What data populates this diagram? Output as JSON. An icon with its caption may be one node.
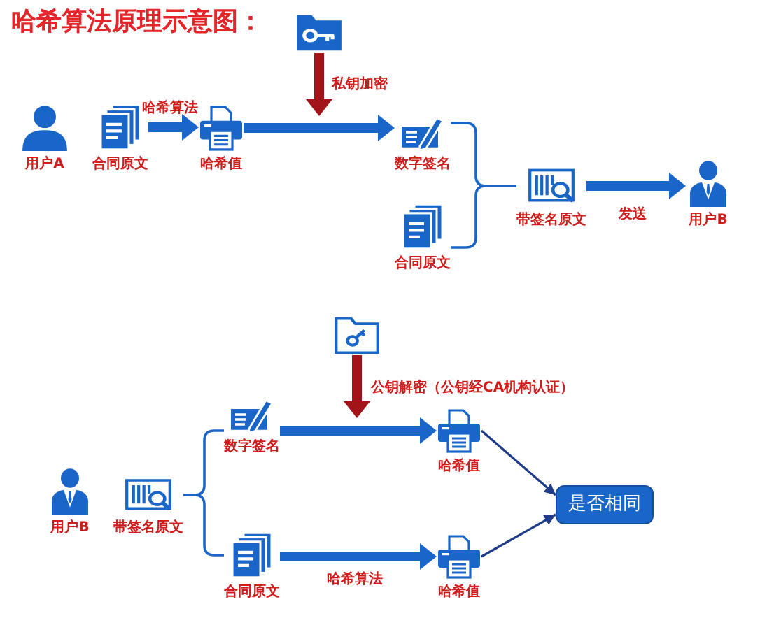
{
  "diagram": {
    "title": "哈希算法原理示意图：",
    "nodes": [
      {
        "text": [
          "用户A"
        ]
      },
      {
        "text": [
          "合同原文"
        ]
      },
      {
        "text": [
          "哈希值"
        ]
      },
      {
        "text": [],
        "shape": "picture"
      },
      {
        "text": [
          "数字签名"
        ]
      },
      {
        "text": [
          "合同原文"
        ]
      },
      {
        "text": [
          "带签名原文"
        ]
      },
      {
        "text": [
          "用户B"
        ]
      },
      {
        "text": [],
        "shape": "picture"
      },
      {
        "text": [
          "用户B"
        ]
      },
      {
        "text": [
          "带签名原文"
        ]
      },
      {
        "text": [
          "数字签名"
        ]
      },
      {
        "text": [
          "哈希值"
        ]
      },
      {
        "text": [
          "合同原文"
        ]
      },
      {
        "text": [
          "哈希值"
        ]
      },
      {
        "text": [
          "是否相同"
        ]
      }
    ],
    "edges": [
      {
        "from": 1,
        "to": 2,
        "arrow": "to",
        "label": "哈希算法"
      },
      {
        "from": 2,
        "to": 4,
        "arrow": "to"
      },
      {
        "from": 3,
        "to": null,
        "arrow": "to",
        "label": "私钥加密",
        "color": "#a3141a"
      },
      {
        "from": 4,
        "to": 6,
        "arrow": "none"
      },
      {
        "from": 5,
        "to": 6,
        "arrow": "none"
      },
      {
        "from": 6,
        "to": 7,
        "arrow": "to",
        "label": "发送"
      },
      {
        "from": 10,
        "to": 11,
        "arrow": "none"
      },
      {
        "from": 10,
        "to": 13,
        "arrow": "none"
      },
      {
        "from": 11,
        "to": 12,
        "arrow": "to"
      },
      {
        "from": 8,
        "to": null,
        "arrow": "to",
        "label": "公钥解密（公钥经CA机构认证）",
        "color": "#a3141a"
      },
      {
        "from": 13,
        "to": 14,
        "arrow": "to",
        "label": "哈希算法"
      },
      {
        "from": 12,
        "to": 15,
        "arrow": "to",
        "color": "#1f3c88"
      },
      {
        "from": 14,
        "to": 15,
        "arrow": "to",
        "color": "#1f3c88"
      }
    ]
  }
}
